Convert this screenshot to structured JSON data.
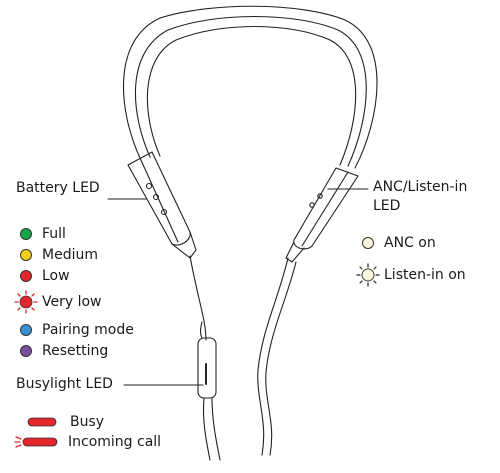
{
  "labels": {
    "battery_led": "Battery LED",
    "anc_listen_in_led_line1": "ANC/Listen-in",
    "anc_listen_in_led_line2": "LED",
    "busylight_led": "Busylight LED"
  },
  "battery_legend": [
    {
      "label": "Full",
      "color": "#1aa64a",
      "icon": "solid-dot"
    },
    {
      "label": "Medium",
      "color": "#f2d01c",
      "icon": "solid-dot"
    },
    {
      "label": "Low",
      "color": "#e3262b",
      "icon": "solid-dot"
    },
    {
      "label": "Very low",
      "color": "#e3262b",
      "icon": "flashing-dot"
    },
    {
      "label": "Pairing mode",
      "color": "#3b8fd4",
      "icon": "solid-dot"
    },
    {
      "label": "Resetting",
      "color": "#7b4fa0",
      "icon": "solid-dot"
    }
  ],
  "anc_legend": [
    {
      "label": "ANC on",
      "color": "#fdf9e0",
      "icon": "hollow-dot"
    },
    {
      "label": "Listen-in on",
      "color": "#fdf9e0",
      "icon": "flashing-hollow-dot"
    }
  ],
  "busylight_legend": [
    {
      "label": "Busy",
      "color": "#e3262b",
      "icon": "solid-bar"
    },
    {
      "label": "Incoming call",
      "color": "#e3262b",
      "icon": "flashing-bar"
    }
  ]
}
